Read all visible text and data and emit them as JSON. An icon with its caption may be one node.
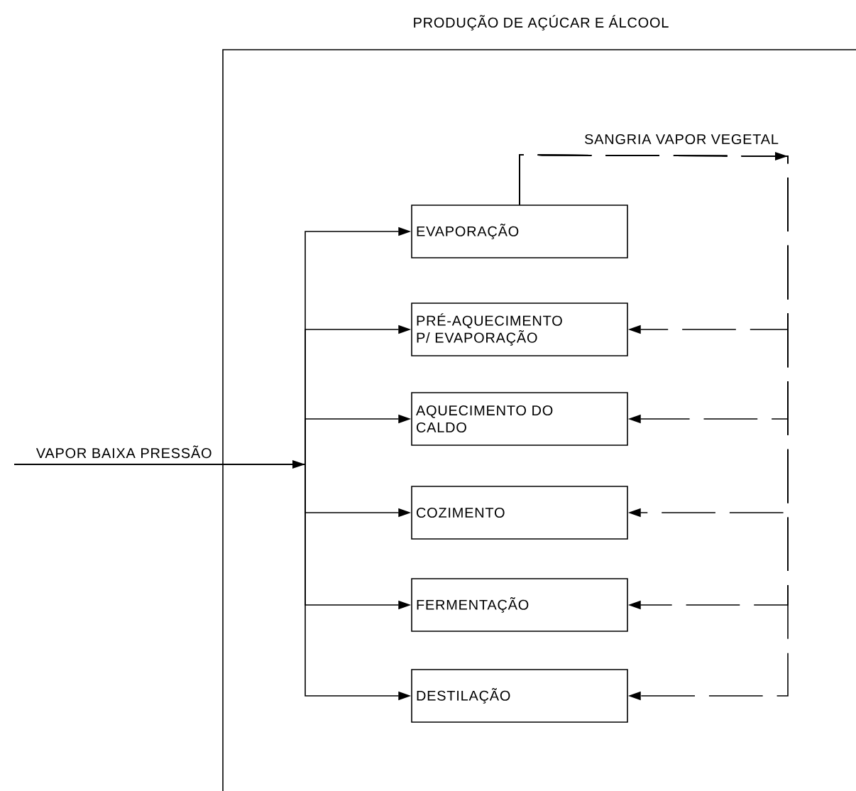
{
  "diagram": {
    "nodes": [
      {
        "text": [
          "PRODUÇÃO DE AÇÚCAR E ÁLCOOL"
        ]
      },
      {
        "text": [
          "VAPOR BAIXA PRESSÃO"
        ]
      },
      {
        "text": [
          "EVAPORAÇÃO"
        ],
        "in": 0
      },
      {
        "text": [
          "PRÉ-AQUECIMENTO P/ EVAPORAÇÃO"
        ],
        "in": 0
      },
      {
        "text": [
          "AQUECIMENTO DO CALDO"
        ],
        "in": 0
      },
      {
        "text": [
          "COZIMENTO"
        ],
        "in": 0
      },
      {
        "text": [
          "FERMENTAÇÃO"
        ],
        "in": 0
      },
      {
        "text": [
          "DESTILAÇÃO"
        ],
        "in": 0
      }
    ],
    "edges": [
      {
        "from": 1,
        "to": 2,
        "arrow": "to"
      },
      {
        "from": 1,
        "to": 3,
        "arrow": "to"
      },
      {
        "from": 1,
        "to": 4,
        "arrow": "to"
      },
      {
        "from": 1,
        "to": 5,
        "arrow": "to"
      },
      {
        "from": 1,
        "to": 6,
        "arrow": "to"
      },
      {
        "from": 1,
        "to": 7,
        "arrow": "to"
      },
      {
        "from": 2,
        "to": 3,
        "arrow": "to",
        "style": "dashed",
        "label": "SANGRIA VAPOR VEGETAL"
      },
      {
        "from": 2,
        "to": 4,
        "arrow": "to",
        "style": "dashed"
      },
      {
        "from": 2,
        "to": 5,
        "arrow": "to",
        "style": "dashed"
      },
      {
        "from": 2,
        "to": 6,
        "arrow": "to",
        "style": "dashed"
      },
      {
        "from": 2,
        "to": 7,
        "arrow": "to",
        "style": "dashed"
      }
    ]
  }
}
